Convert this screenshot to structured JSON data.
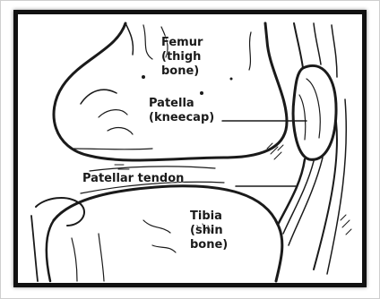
{
  "labels": {
    "femur_line1": "Femur",
    "femur_line2": "(thigh",
    "femur_line3": "bone)",
    "patella_line1": "Patella",
    "patella_line2": "(kneecap)",
    "tendon": "Patellar tendon",
    "tibia_line1": "Tibia",
    "tibia_line2": "(shin",
    "tibia_line3": "bone)"
  },
  "colors": {
    "ink": "#1a1a1a",
    "frame": "#111111",
    "background": "#ffffff"
  }
}
